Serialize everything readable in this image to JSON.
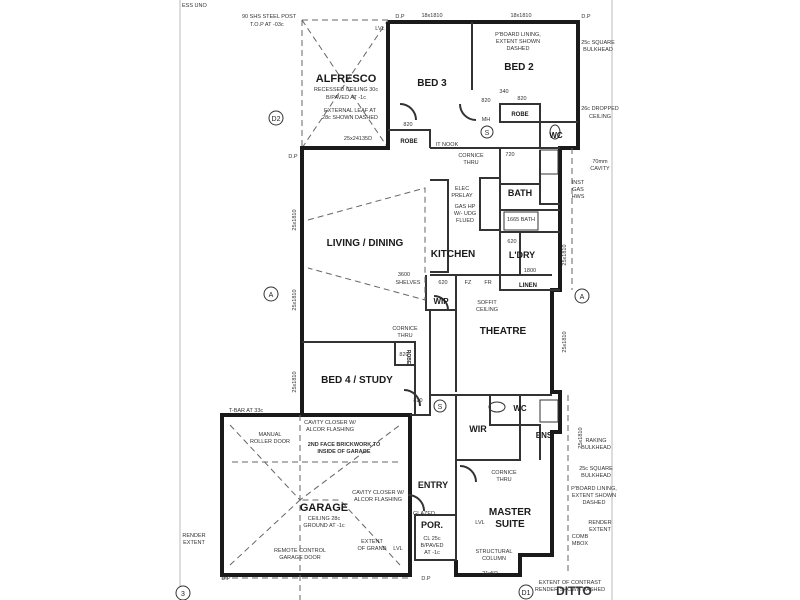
{
  "rooms": {
    "alfresco": "ALFRESCO",
    "bed3": "BED 3",
    "bed2": "BED 2",
    "living": "LIVING / DINING",
    "kitchen": "KITCHEN",
    "bath": "BATH",
    "ldry": "L'DRY",
    "theatre": "THEATRE",
    "bed4": "BED 4 / STUDY",
    "wir": "WIR",
    "wc": "WC",
    "ens": "ENS",
    "entry": "ENTRY",
    "garage": "GARAGE",
    "master_line1": "MASTER",
    "master_line2": "SUITE",
    "por": "POR.",
    "wip": "WIP",
    "robe1": "ROBE",
    "robe2": "ROBE",
    "robe3": "ROBE",
    "linen": "LINEN",
    "wc_top": "WC"
  },
  "notes": {
    "top_left": "ESS UNO",
    "steel_post": "90 SHS STEEL POST",
    "top_post": "T.O.P AT -03c",
    "alfresco_ceiling": "RECESSED CEILING 30c",
    "alfresco_paved": "B/PAVED AT -1c",
    "ext_leaf": "EXTERNAL LEAF AT",
    "ext_leaf2": "28c SHOWN DASHED",
    "dim_2x": "25x24135D",
    "pboard_top": "P'BOARD LINING,",
    "pboard_top2": "EXTENT SHOWN",
    "pboard_top3": "DASHED",
    "bulkhead_top": "25c SQUARE",
    "bulkhead_top2": "BULKHEAD",
    "dropped": "26c DROPPED",
    "dropped2": "CEILING",
    "cavity": "70mm",
    "cavity2": "CAVITY",
    "nook": "IT NOOK",
    "cornice": "CORNICE",
    "cornice_thru": "THRU",
    "elec": "ELEC",
    "prelay": "PRELAY",
    "gas_hp": "GAS HP",
    "wi_udg": "W/- UDG",
    "flued": "FLUED",
    "bath_size": "1665 BATH",
    "shelves": "SHELVES",
    "soffit": "SOFFIT",
    "soffit2": "CEILING",
    "cornice2": "CORNICE",
    "thru2": "THRU",
    "tbar": "T-BAR AT 33c",
    "cavity_closer": "CAVITY CLOSER W/",
    "alcor": "ALCOR FLASHING",
    "manual": "MANUAL",
    "roller": "ROLLER DOOR",
    "two_face": "2ND FACE BRICKWORK TO",
    "inside_garage": "INSIDE OF GARAGE",
    "cavity_closer2": "CAVITY CLOSER W/",
    "alcor2": "ALCOR FLASHING",
    "garage_ceiling": "CEILING 28c",
    "garage_ground": "GROUND AT -1c",
    "remote": "REMOTE CONTROL",
    "garage_door": "GARAGE DOOR",
    "extent_grand": "EXTENT",
    "extent_grand2": "OF GRAND",
    "render": "RENDER",
    "render2": "EXTENT",
    "por_cl": "CL 25c",
    "por_paved": "B/PAVED",
    "por_at": "AT -1c",
    "structural": "STRUCTURAL",
    "column": "COLUMN",
    "cornice3": "CORNICE",
    "thru3": "THRU",
    "raking": "RAKING",
    "raking2": "BULKHEAD",
    "sq_bulk": "25c SQUARE",
    "sq_bulk2": "BULKHEAD",
    "pboard_b": "P'BOARD LINING,",
    "pboard_b2": "EXTENT SHOWN",
    "pboard_b3": "DASHED",
    "render_r": "RENDER",
    "render_r2": "EXTENT",
    "comb": "COMB",
    "mbox": "MBOX",
    "extent_contrast": "EXTENT OF CONTRAST",
    "render_dashed": "RENDER SHOWN DASHED",
    "gar_glazed": "GLAZED",
    "hws": "HWS",
    "instant": "INST",
    "gas": "GAS",
    "dp1": "D.P",
    "dp2": "D.P",
    "dp3": "D.P",
    "dp4": "D.P",
    "dp5": "D.P",
    "lvl": "LVL",
    "lvl2": "LVL",
    "lvl3": "LVL",
    "fz": "FZ",
    "fr": "FR",
    "mh": "MH",
    "s1": "S",
    "s2": "S",
    "s3": "S"
  },
  "dims": {
    "bed3_w": "18x1810",
    "bed2_w": "18x1810",
    "d820a": "820",
    "d820b": "820",
    "d820c": "820",
    "d820d": "820",
    "d820e": "820",
    "d720": "720",
    "d620": "620",
    "d620b": "620",
    "d1800": "1800",
    "d340": "340",
    "d3600": "3600",
    "d21x": "21x5P",
    "v_living": "25x1810",
    "v_living2": "25x1810",
    "v_bed4": "25x1810",
    "v_right1": "25x1810",
    "v_right2": "25x1810",
    "v_right3": "25x1810"
  },
  "markers": {
    "d2": "D2",
    "d1": "D1",
    "a_left": "A",
    "a_right": "A",
    "three": "3",
    "watermark": "DITTO"
  }
}
